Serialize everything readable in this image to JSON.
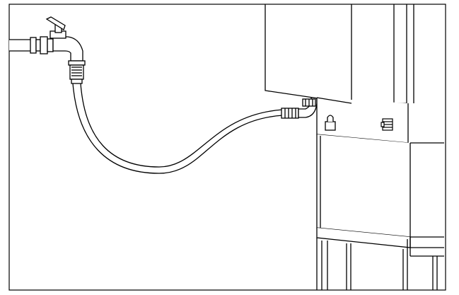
{
  "diagram": {
    "description_visible_text": [],
    "colors": {
      "stroke": "#000000",
      "fill": "#ffffff",
      "background": "#ffffff"
    },
    "parts": {
      "water_tap": "tap-icon",
      "hose": "hose",
      "appliance": "appliance",
      "inlet_connector": "inlet-connector",
      "label_plate": "lock-icon",
      "control_plate": "control-icon"
    }
  }
}
